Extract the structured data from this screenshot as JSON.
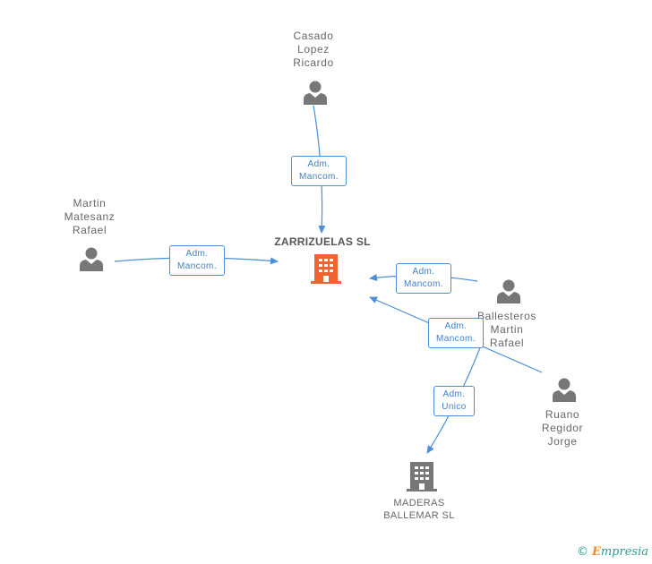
{
  "nodes": {
    "casado": {
      "name_lines": [
        "Casado",
        "Lopez",
        "Ricardo"
      ],
      "kind": "person"
    },
    "martin_matesanz": {
      "name_lines": [
        "Martin",
        "Matesanz",
        "Rafael"
      ],
      "kind": "person"
    },
    "ballesteros": {
      "name_lines": [
        "Ballesteros",
        "Martin",
        "Rafael"
      ],
      "kind": "person"
    },
    "ruano": {
      "name_lines": [
        "Ruano",
        "Regidor",
        "Jorge"
      ],
      "kind": "person"
    },
    "zarrizuelas": {
      "name": "ZARRIZUELAS SL",
      "kind": "company",
      "color": "#f0622f"
    },
    "maderas": {
      "name_lines": [
        "MADERAS",
        "BALLEMAR SL"
      ],
      "kind": "company",
      "color": "#777777"
    }
  },
  "edges": [
    {
      "from": "casado",
      "to": "zarrizuelas",
      "label_lines": [
        "Adm.",
        "Mancom."
      ]
    },
    {
      "from": "martin_matesanz",
      "to": "zarrizuelas",
      "label_lines": [
        "Adm.",
        "Mancom."
      ]
    },
    {
      "from": "ballesteros",
      "to": "zarrizuelas",
      "label_lines": [
        "Adm.",
        "Mancom."
      ]
    },
    {
      "from": "ruano",
      "to": "zarrizuelas",
      "label_lines": [
        "Adm.",
        "Mancom."
      ]
    },
    {
      "from": "ballesteros",
      "to": "maderas",
      "label_lines": [
        "Adm.",
        "Unico"
      ]
    }
  ],
  "colors": {
    "edge": "#4a8fd8",
    "person_icon": "#777777"
  },
  "brand": {
    "copyright": "©",
    "e": "E",
    "rest": "mpresia"
  }
}
